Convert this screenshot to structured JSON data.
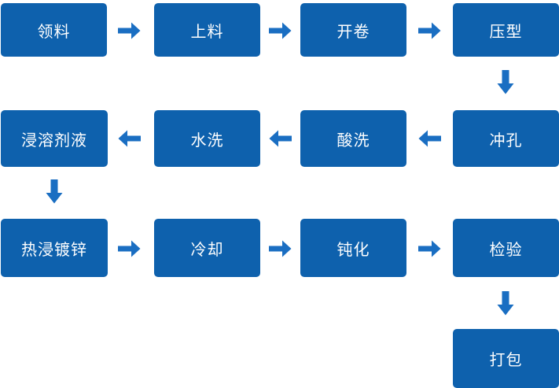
{
  "diagram": {
    "type": "flowchart",
    "colors": {
      "box": "#0e61ad",
      "arrow": "#1a6ec2",
      "text": "#ffffff",
      "background": "#ffffff"
    },
    "nodes": [
      {
        "id": "material-requisition",
        "label": "领料"
      },
      {
        "id": "loading",
        "label": "上料"
      },
      {
        "id": "uncoiling",
        "label": "开卷"
      },
      {
        "id": "pressing",
        "label": "压型"
      },
      {
        "id": "punching",
        "label": "冲孔"
      },
      {
        "id": "acid-pickling",
        "label": "酸洗"
      },
      {
        "id": "water-rinsing",
        "label": "水洗"
      },
      {
        "id": "flux-dipping",
        "label": "浸溶剂液"
      },
      {
        "id": "hot-dip-galvanizing",
        "label": "热浸镀锌"
      },
      {
        "id": "cooling",
        "label": "冷却"
      },
      {
        "id": "passivation",
        "label": "钝化"
      },
      {
        "id": "inspection",
        "label": "检验"
      },
      {
        "id": "packing",
        "label": "打包"
      }
    ],
    "connections": [
      {
        "from": "领料",
        "to": "上料",
        "direction": "right"
      },
      {
        "from": "上料",
        "to": "开卷",
        "direction": "right"
      },
      {
        "from": "开卷",
        "to": "压型",
        "direction": "right"
      },
      {
        "from": "压型",
        "to": "冲孔",
        "direction": "down"
      },
      {
        "from": "冲孔",
        "to": "酸洗",
        "direction": "left"
      },
      {
        "from": "酸洗",
        "to": "水洗",
        "direction": "left"
      },
      {
        "from": "水洗",
        "to": "浸溶剂液",
        "direction": "left"
      },
      {
        "from": "浸溶剂液",
        "to": "热浸镀锌",
        "direction": "down"
      },
      {
        "from": "热浸镀锌",
        "to": "冷却",
        "direction": "right"
      },
      {
        "from": "冷却",
        "to": "钝化",
        "direction": "right"
      },
      {
        "from": "钝化",
        "to": "检验",
        "direction": "right"
      },
      {
        "from": "检验",
        "to": "打包",
        "direction": "down"
      }
    ],
    "icons": [
      "arrow-right-icon",
      "arrow-left-icon",
      "arrow-down-icon"
    ]
  }
}
